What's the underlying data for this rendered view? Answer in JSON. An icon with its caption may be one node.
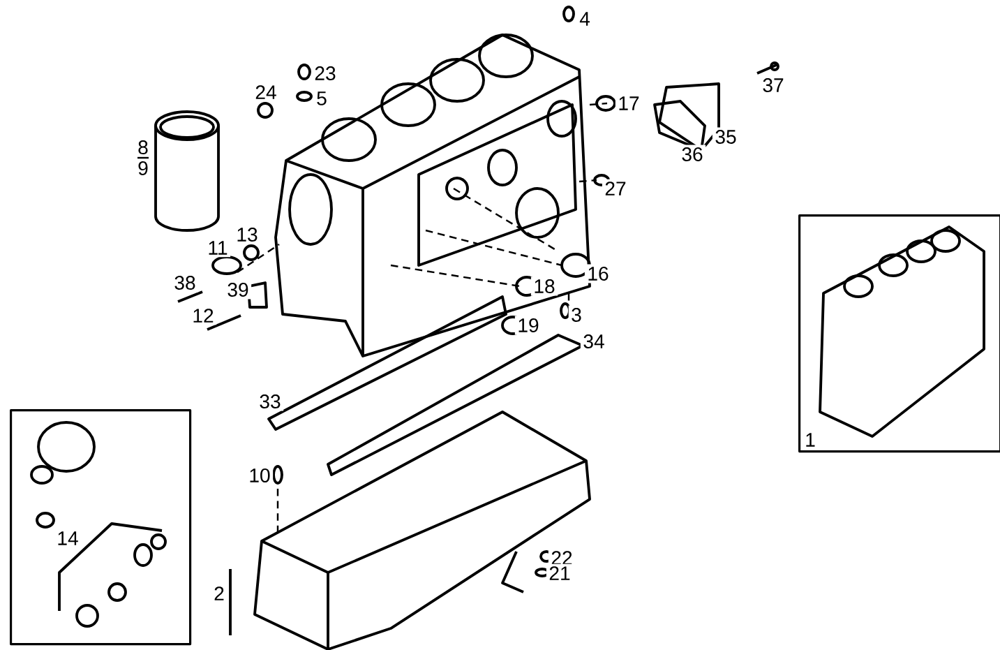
{
  "diagram": {
    "nodes": [
      {
        "text": [
          "14"
        ]
      },
      {
        "text": [
          "1"
        ]
      }
    ],
    "labels": [
      "4",
      "23",
      "37",
      "24",
      "5",
      "17",
      "35",
      "8",
      "36",
      "9",
      "27",
      "13",
      "11",
      "16",
      "38",
      "18",
      "39",
      "3",
      "12",
      "19",
      "34",
      "33",
      "10",
      "22",
      "21",
      "2"
    ]
  }
}
